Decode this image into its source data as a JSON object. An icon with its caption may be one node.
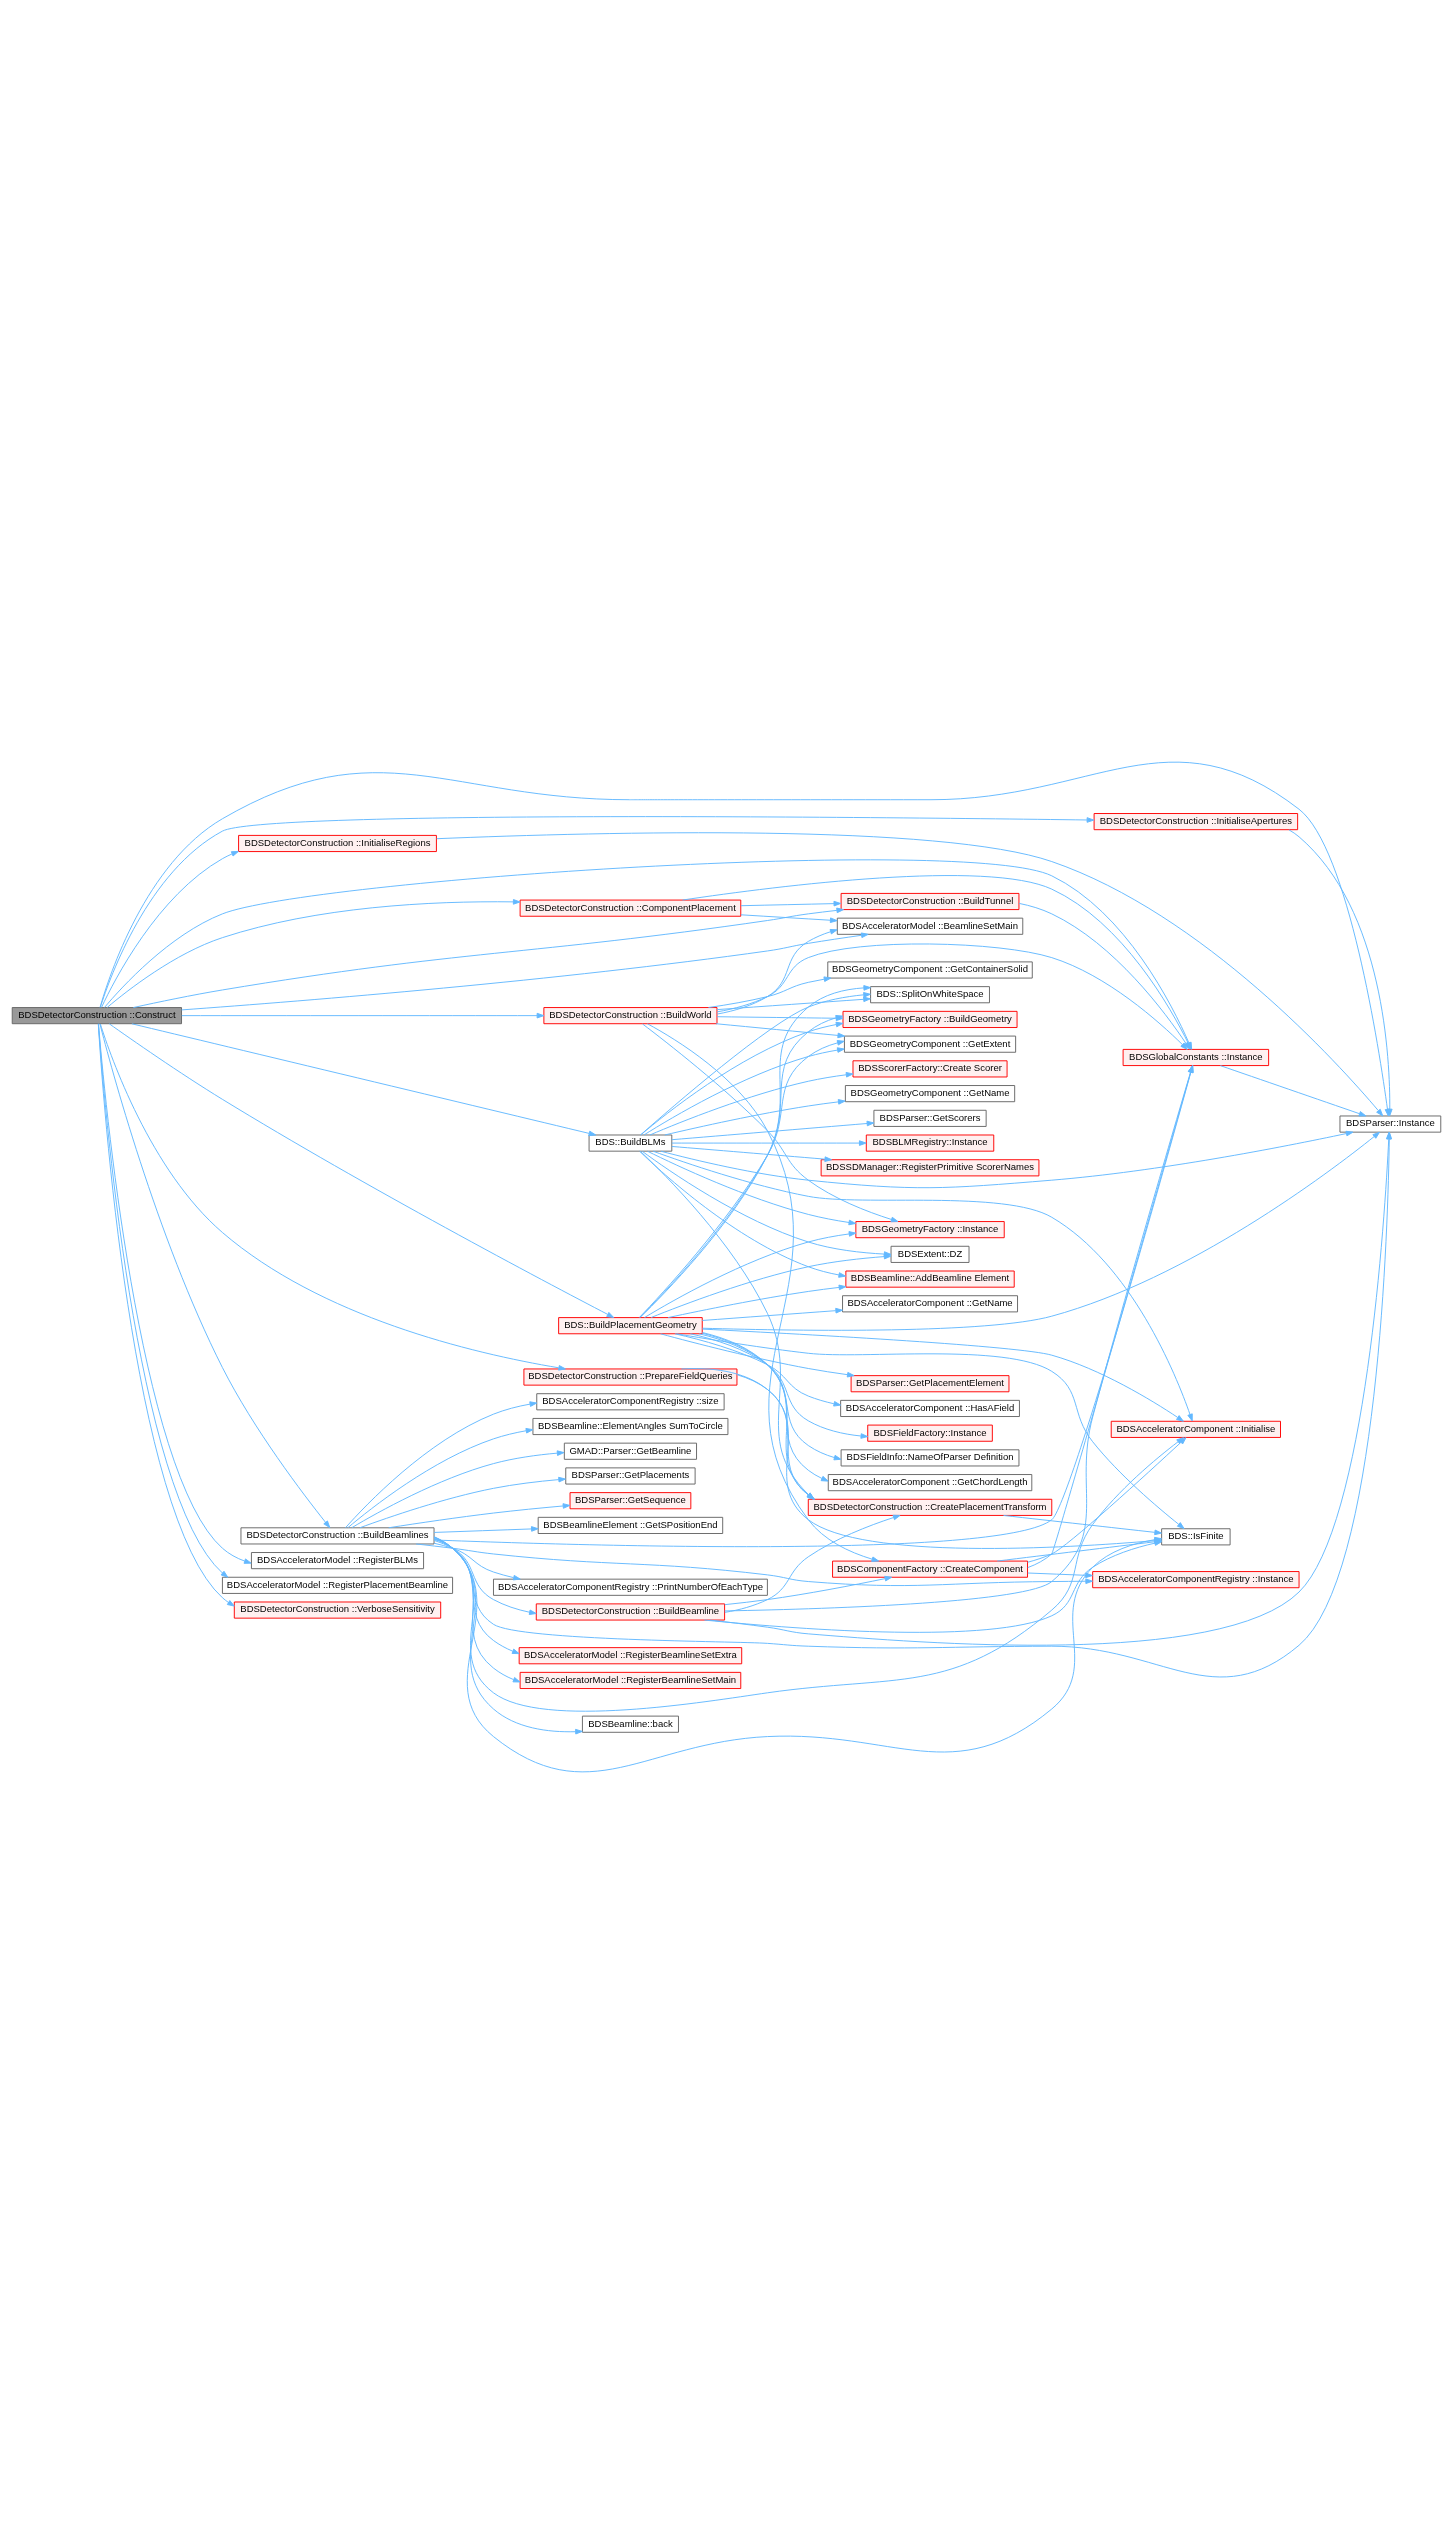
{
  "diagram": {
    "nodes": [
      {
        "text": [
          "BDSDetectorConstruction ::Construct"
        ]
      },
      {
        "text": [
          "BDSDetectorConstruction ::InitialiseApertures"
        ]
      },
      {
        "text": [
          "BDSParser::Instance"
        ]
      },
      {
        "text": [
          "BDSDetectorConstruction ::InitialiseRegions"
        ]
      },
      {
        "text": [
          "BDSDetectorConstruction ::ComponentPlacement"
        ]
      },
      {
        "text": [
          "BDSAcceleratorModel ::BeamlineSetMain"
        ]
      },
      {
        "text": [
          "BDSDetectorConstruction ::BuildTunnel"
        ]
      },
      {
        "text": [
          "BDSGlobalConstants ::Instance"
        ]
      },
      {
        "text": [
          "BDSDetectorConstruction ::BuildWorld"
        ]
      },
      {
        "text": [
          "BDSGeometryComponent ::GetContainerSolid"
        ]
      },
      {
        "text": [
          "BDSGeometryFactory ::Instance"
        ]
      },
      {
        "text": [
          "BDSAcceleratorComponent ::GetChordLength"
        ]
      },
      {
        "text": [
          "BDSAcceleratorComponent ::GetName"
        ]
      },
      {
        "text": [
          "BDS::SplitOnWhiteSpace"
        ]
      },
      {
        "text": [
          "BDSParser::GetPlacementElement"
        ]
      },
      {
        "text": [
          "BDSAcceleratorComponent ::HasAField"
        ]
      },
      {
        "text": [
          "BDSFieldFactory::Instance"
        ]
      },
      {
        "text": [
          "BDSFieldInfo::NameOfParser Definition"
        ]
      },
      {
        "text": [
          "BDS::BuildPlacementGeometry"
        ]
      },
      {
        "text": [
          "BDSGeometryFactory ::BuildGeometry"
        ]
      },
      {
        "text": [
          "BDSGeometryComponent ::GetExtent"
        ]
      },
      {
        "text": [
          "BDSExtent::DZ"
        ]
      },
      {
        "text": [
          "BDSBeamline::AddBeamline Element"
        ]
      },
      {
        "text": [
          "BDSScorerFactory::Create Scorer"
        ]
      },
      {
        "text": [
          "BDS::BuildBLMs"
        ]
      },
      {
        "text": [
          "BDSGeometryComponent ::GetName"
        ]
      },
      {
        "text": [
          "BDSParser::GetScorers"
        ]
      },
      {
        "text": [
          "BDSBLMRegistry::Instance"
        ]
      },
      {
        "text": [
          "BDSSDManager::RegisterPrimitive ScorerNames"
        ]
      },
      {
        "text": [
          "BDSDetectorConstruction ::BuildBeamline"
        ]
      },
      {
        "text": [
          "BDSDetectorConstruction ::PrepareFieldQueries"
        ]
      },
      {
        "text": [
          "BDSAcceleratorComponent ::Initialise"
        ]
      },
      {
        "text": [
          "BDSAcceleratorComponentRegistry ::size"
        ]
      },
      {
        "text": [
          "BDSComponentFactory ::CreateComponent"
        ]
      },
      {
        "text": [
          "BDSBeamline::ElementAngles SumToCircle"
        ]
      },
      {
        "text": [
          "BDSDetectorConstruction ::BuildBeamlines"
        ]
      },
      {
        "text": [
          "GMAD::Parser::GetBeamline"
        ]
      },
      {
        "text": [
          "BDS::IsFinite"
        ]
      },
      {
        "text": [
          "BDSDetectorConstruction ::CreatePlacementTransform"
        ]
      },
      {
        "text": [
          "BDSParser::GetPlacements"
        ]
      },
      {
        "text": [
          "BDSAcceleratorModel ::RegisterBLMs"
        ]
      },
      {
        "text": [
          "BDSParser::GetSequence"
        ]
      },
      {
        "text": [
          "BDSAcceleratorModel ::RegisterPlacementBeamline"
        ]
      },
      {
        "text": [
          "BDSBeamlineElement ::GetSPositionEnd"
        ]
      },
      {
        "text": [
          "BDSDetectorConstruction ::VerboseSensitivity"
        ]
      },
      {
        "text": [
          "BDSAcceleratorComponentRegistry ::Instance"
        ]
      },
      {
        "text": [
          "BDSAcceleratorComponentRegistry ::PrintNumberOfEachType"
        ]
      },
      {
        "text": [
          "BDSAcceleratorModel ::RegisterBeamlineSetExtra"
        ]
      },
      {
        "text": [
          "BDSAcceleratorModel ::RegisterBeamlineSetMain"
        ]
      },
      {
        "text": [
          "BDSBeamline::back"
        ]
      }
    ],
    "edges": [
      {
        "from": 0,
        "to": 1,
        "arrow": "to"
      },
      {
        "from": 0,
        "to": 2,
        "arrow": "to"
      },
      {
        "from": 0,
        "to": 3,
        "arrow": "to"
      },
      {
        "from": 0,
        "to": 4,
        "arrow": "to"
      },
      {
        "from": 0,
        "to": 5,
        "arrow": "to"
      },
      {
        "from": 0,
        "to": 6,
        "arrow": "to"
      },
      {
        "from": 0,
        "to": 7,
        "arrow": "to"
      },
      {
        "from": 0,
        "to": 8,
        "arrow": "to"
      },
      {
        "from": 0,
        "to": 18,
        "arrow": "to"
      },
      {
        "from": 0,
        "to": 24,
        "arrow": "to"
      },
      {
        "from": 0,
        "to": 30,
        "arrow": "to"
      },
      {
        "from": 0,
        "to": 35,
        "arrow": "to"
      },
      {
        "from": 0,
        "to": 40,
        "arrow": "to"
      },
      {
        "from": 0,
        "to": 42,
        "arrow": "to"
      },
      {
        "from": 0,
        "to": 44,
        "arrow": "to"
      },
      {
        "from": 1,
        "to": 2,
        "arrow": "to"
      },
      {
        "from": 3,
        "to": 2,
        "arrow": "to"
      },
      {
        "from": 4,
        "to": 5,
        "arrow": "to"
      },
      {
        "from": 4,
        "to": 6,
        "arrow": "to"
      },
      {
        "from": 4,
        "to": 7,
        "arrow": "to"
      },
      {
        "from": 6,
        "to": 7,
        "arrow": "to"
      },
      {
        "from": 7,
        "to": 2,
        "arrow": "to"
      },
      {
        "from": 8,
        "to": 5,
        "arrow": "to"
      },
      {
        "from": 8,
        "to": 7,
        "arrow": "to"
      },
      {
        "from": 8,
        "to": 9,
        "arrow": "to"
      },
      {
        "from": 8,
        "to": 10,
        "arrow": "to"
      },
      {
        "from": 8,
        "to": 13,
        "arrow": "to"
      },
      {
        "from": 8,
        "to": 19,
        "arrow": "to"
      },
      {
        "from": 8,
        "to": 20,
        "arrow": "to"
      },
      {
        "from": 8,
        "to": 33,
        "arrow": "to"
      },
      {
        "from": 18,
        "to": 2,
        "arrow": "to"
      },
      {
        "from": 18,
        "to": 10,
        "arrow": "to"
      },
      {
        "from": 18,
        "to": 11,
        "arrow": "to"
      },
      {
        "from": 18,
        "to": 12,
        "arrow": "to"
      },
      {
        "from": 18,
        "to": 13,
        "arrow": "to"
      },
      {
        "from": 18,
        "to": 14,
        "arrow": "to"
      },
      {
        "from": 18,
        "to": 15,
        "arrow": "to"
      },
      {
        "from": 18,
        "to": 16,
        "arrow": "to"
      },
      {
        "from": 18,
        "to": 17,
        "arrow": "to"
      },
      {
        "from": 18,
        "to": 19,
        "arrow": "to"
      },
      {
        "from": 18,
        "to": 20,
        "arrow": "to"
      },
      {
        "from": 18,
        "to": 21,
        "arrow": "to"
      },
      {
        "from": 18,
        "to": 22,
        "arrow": "to"
      },
      {
        "from": 18,
        "to": 31,
        "arrow": "to"
      },
      {
        "from": 18,
        "to": 37,
        "arrow": "to"
      },
      {
        "from": 18,
        "to": 38,
        "arrow": "to"
      },
      {
        "from": 24,
        "to": 2,
        "arrow": "to"
      },
      {
        "from": 24,
        "to": 10,
        "arrow": "to"
      },
      {
        "from": 24,
        "to": 13,
        "arrow": "to"
      },
      {
        "from": 24,
        "to": 19,
        "arrow": "to"
      },
      {
        "from": 24,
        "to": 20,
        "arrow": "to"
      },
      {
        "from": 24,
        "to": 21,
        "arrow": "to"
      },
      {
        "from": 24,
        "to": 22,
        "arrow": "to"
      },
      {
        "from": 24,
        "to": 23,
        "arrow": "to"
      },
      {
        "from": 24,
        "to": 25,
        "arrow": "to"
      },
      {
        "from": 24,
        "to": 26,
        "arrow": "to"
      },
      {
        "from": 24,
        "to": 27,
        "arrow": "to"
      },
      {
        "from": 24,
        "to": 28,
        "arrow": "to"
      },
      {
        "from": 24,
        "to": 31,
        "arrow": "to"
      },
      {
        "from": 24,
        "to": 38,
        "arrow": "to"
      },
      {
        "from": 29,
        "to": 2,
        "arrow": "to"
      },
      {
        "from": 29,
        "to": 7,
        "arrow": "to"
      },
      {
        "from": 29,
        "to": 33,
        "arrow": "to"
      },
      {
        "from": 29,
        "to": 37,
        "arrow": "to"
      },
      {
        "from": 29,
        "to": 38,
        "arrow": "to"
      },
      {
        "from": 30,
        "to": 37,
        "arrow": "to"
      },
      {
        "from": 30,
        "to": 38,
        "arrow": "to"
      },
      {
        "from": 33,
        "to": 7,
        "arrow": "to"
      },
      {
        "from": 33,
        "to": 31,
        "arrow": "to"
      },
      {
        "from": 33,
        "to": 37,
        "arrow": "to"
      },
      {
        "from": 33,
        "to": 45,
        "arrow": "to"
      },
      {
        "from": 38,
        "to": 37,
        "arrow": "to"
      },
      {
        "from": 35,
        "to": 2,
        "arrow": "to"
      },
      {
        "from": 35,
        "to": 7,
        "arrow": "to"
      },
      {
        "from": 35,
        "to": 29,
        "arrow": "to"
      },
      {
        "from": 35,
        "to": 31,
        "arrow": "to"
      },
      {
        "from": 35,
        "to": 32,
        "arrow": "to"
      },
      {
        "from": 35,
        "to": 34,
        "arrow": "to"
      },
      {
        "from": 35,
        "to": 36,
        "arrow": "to"
      },
      {
        "from": 35,
        "to": 37,
        "arrow": "to"
      },
      {
        "from": 35,
        "to": 39,
        "arrow": "to"
      },
      {
        "from": 35,
        "to": 41,
        "arrow": "to"
      },
      {
        "from": 35,
        "to": 43,
        "arrow": "to"
      },
      {
        "from": 35,
        "to": 45,
        "arrow": "to"
      },
      {
        "from": 35,
        "to": 46,
        "arrow": "to"
      },
      {
        "from": 35,
        "to": 47,
        "arrow": "to"
      },
      {
        "from": 35,
        "to": 48,
        "arrow": "to"
      },
      {
        "from": 35,
        "to": 49,
        "arrow": "to"
      }
    ]
  }
}
